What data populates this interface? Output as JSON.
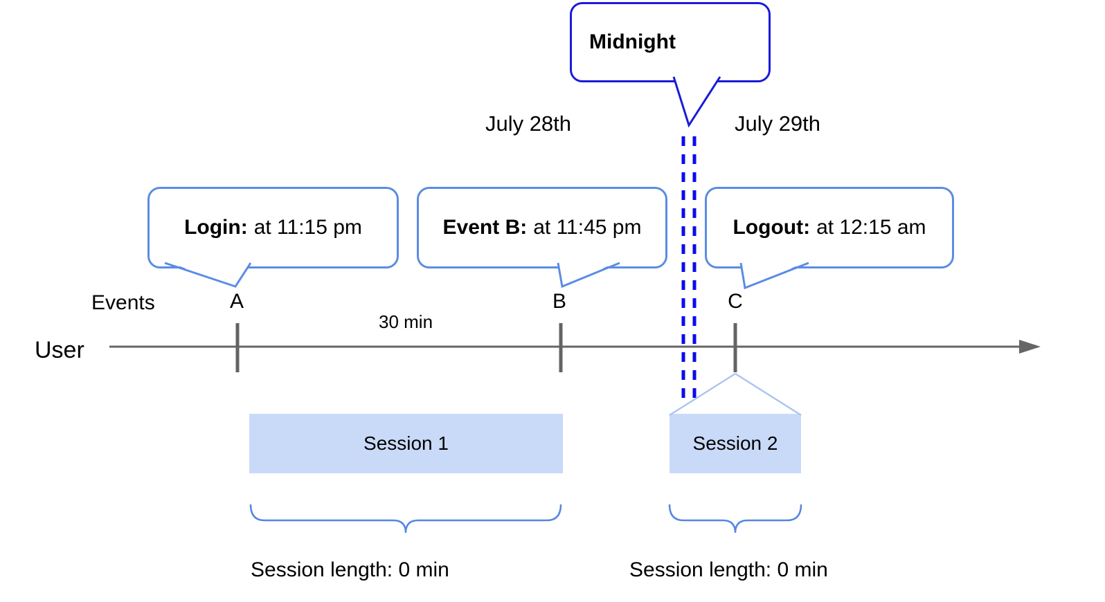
{
  "callouts": {
    "midnight": {
      "label": "Midnight"
    },
    "login": {
      "label": "Login:",
      "value": "at 11:15 pm"
    },
    "event_b": {
      "label": "Event B:",
      "value": "at 11:45 pm"
    },
    "logout": {
      "label": "Logout:",
      "value": "at 12:15 am"
    }
  },
  "dates": {
    "left": "July 28th",
    "right": "July 29th"
  },
  "axis": {
    "events_label": "Events",
    "user_label": "User",
    "interval_label": "30 min",
    "event_markers": [
      "A",
      "B",
      "C"
    ]
  },
  "sessions": [
    {
      "name": "Session 1",
      "length_label": "Session length: 0 min"
    },
    {
      "name": "Session 2",
      "length_label": "Session length: 0 min"
    }
  ],
  "colors": {
    "event_bubble_border": "#5b8ce4",
    "midnight_border": "#1a1ad9",
    "midnight_dashes": "#0b0bee",
    "session_fill": "#c9daf8",
    "fan_lines": "#aac6f0",
    "brace": "#5585e4",
    "timeline": "#666666",
    "text": "#000000"
  }
}
